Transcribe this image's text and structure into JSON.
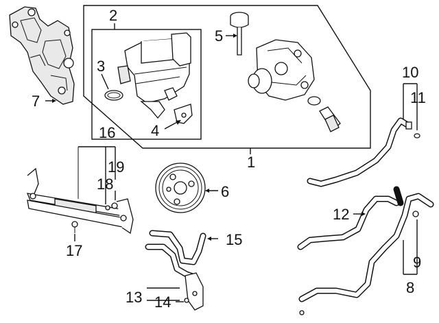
{
  "diagram": {
    "callouts": {
      "c1": "1",
      "c2": "2",
      "c3": "3",
      "c4": "4",
      "c5": "5",
      "c6": "6",
      "c7": "7",
      "c8": "8",
      "c9": "9",
      "c10": "10",
      "c11": "11",
      "c12": "12",
      "c13": "13",
      "c14": "14",
      "c15": "15",
      "c16": "16",
      "c17": "17",
      "c18": "18",
      "c19": "19"
    },
    "colors": {
      "ink": "#111111",
      "background": "#ffffff",
      "fill": "#e9e9e9"
    },
    "parts": [
      "power-steering-pump-assembly",
      "reservoir",
      "o-ring",
      "reservoir-bracket",
      "reservoir-cap",
      "pulley",
      "mounting-bracket",
      "return-hose",
      "clamp",
      "pressure-hose",
      "o-ring-fitting",
      "pressure-line",
      "line-assembly",
      "seal",
      "cooler-hose",
      "cooler",
      "bolt",
      "nut",
      "seal-washer"
    ]
  }
}
